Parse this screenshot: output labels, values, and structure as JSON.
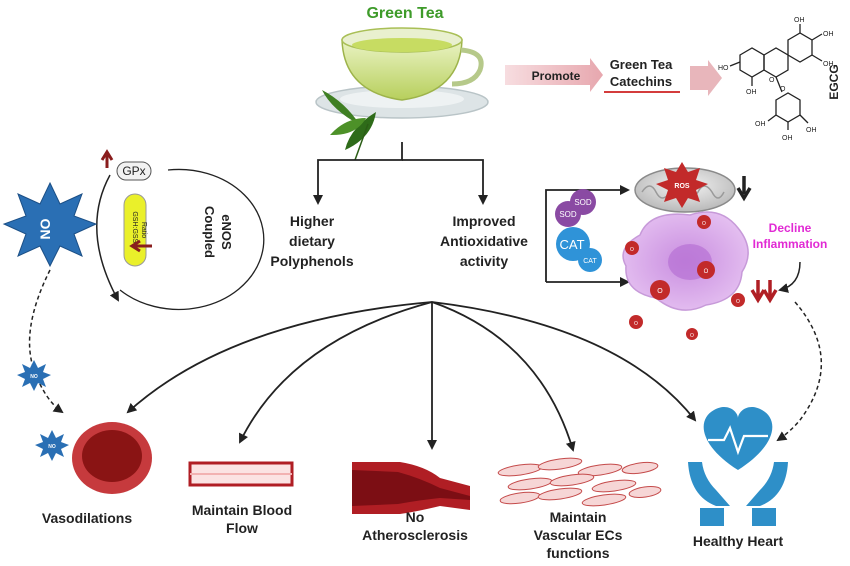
{
  "title": "Green Tea",
  "promote_label": "Promote",
  "catechins": {
    "line1": "Green Tea",
    "line2": "Catechins"
  },
  "egcg_label": "EGCG",
  "egcg_oh": [
    "OH",
    "OH",
    "OH",
    "HO",
    "OH",
    "OH",
    "OH",
    "OH",
    "OH",
    "O",
    "O",
    "O"
  ],
  "polyphenols": [
    "Higher",
    "dietary",
    "Polyphenols"
  ],
  "antioxidative": [
    "Improved",
    "Antioxidative",
    "activity"
  ],
  "enos": {
    "gpx": "GPx",
    "ratio1": "GSH:GSSG",
    "ratio2": "Ratio",
    "coupled1": "Coupled",
    "coupled2": "eNOS",
    "no_big": "NO",
    "no_small": "NO"
  },
  "enzymes": {
    "sod": "SOD",
    "cat": "CAT"
  },
  "ros_label": "ROS",
  "superoxide": "O",
  "superoxide_sup": "2",
  "superoxide_minus": "-",
  "inflammation": [
    "Decline",
    "Inflammation"
  ],
  "outcomes": {
    "vasodilations": "Vasodilations",
    "blood_flow": [
      "Maintain Blood",
      "Flow"
    ],
    "atherosclerosis": [
      "No",
      "Atherosclerosis"
    ],
    "vascular": [
      "Maintain",
      "Vascular ECs",
      "functions"
    ],
    "heart": "Healthy Heart"
  },
  "colors": {
    "tea_green": "#3e9b2a",
    "no_blue": "#2a6fb4",
    "vessel_red": "#b01e24",
    "enzyme_purple": "#8a4aa3",
    "enzyme_blue": "#2f93d8",
    "ros_red": "#c22a2a",
    "cell_violet": "#d9a6ee",
    "heart_blue": "#2e8fc8",
    "inflammation_pink": "#e12ad4"
  }
}
